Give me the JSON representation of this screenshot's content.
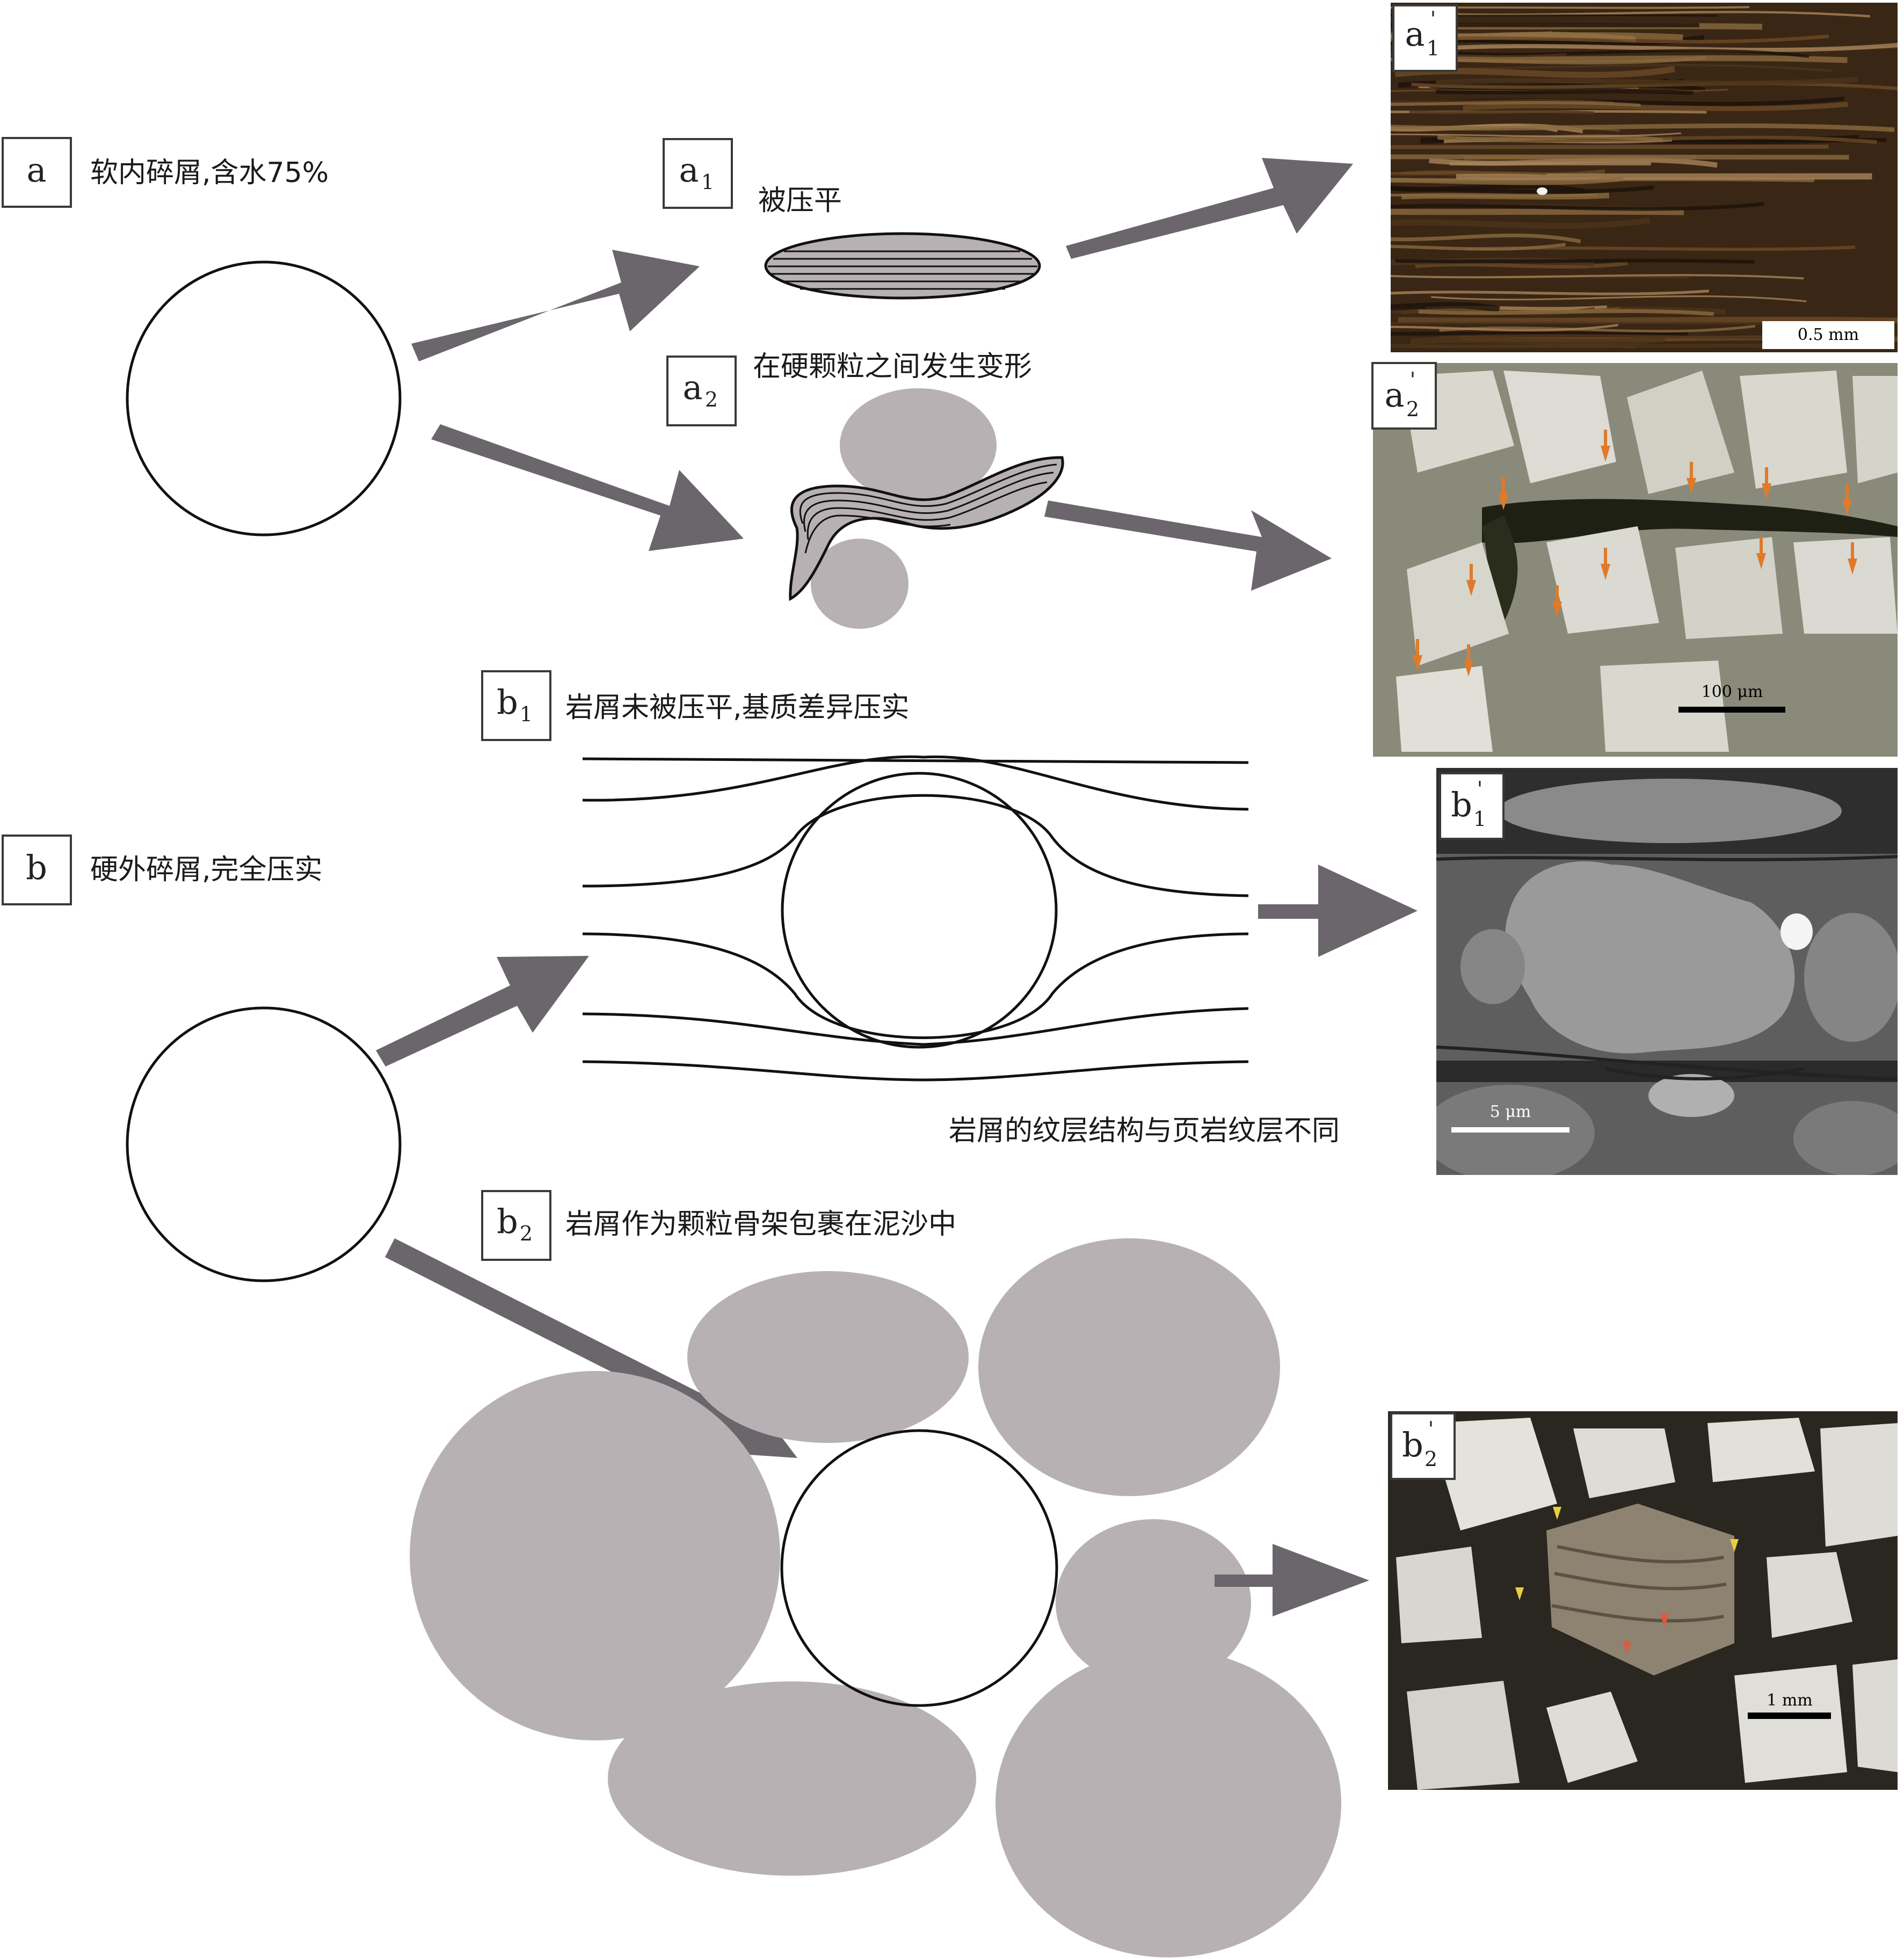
{
  "labels": {
    "a": {
      "letter": "a",
      "sub": "",
      "caption": "软内碎屑,含水75%"
    },
    "a1": {
      "letter": "a",
      "sub": "1",
      "caption": "被压平"
    },
    "a2": {
      "letter": "a",
      "sub": "2",
      "caption": "在硬颗粒之间发生变形"
    },
    "b": {
      "letter": "b",
      "sub": "",
      "caption": "硬外碎屑,完全压实"
    },
    "b1": {
      "letter": "b",
      "sub": "1",
      "caption": "岩屑未被压平,基质差异压实"
    },
    "b1_note": "岩屑的纹层结构与页岩纹层不同",
    "b2": {
      "letter": "b",
      "sub": "2",
      "caption": "岩屑作为颗粒骨架包裹在泥沙中"
    }
  },
  "photos": {
    "a1p": {
      "letter": "a",
      "sub": "1",
      "prime": "'",
      "scale": "0.5 mm"
    },
    "a2p": {
      "letter": "a",
      "sub": "2",
      "prime": "'",
      "scale": "100 μm"
    },
    "b1p": {
      "letter": "b",
      "sub": "1",
      "prime": "'",
      "scale": "5 μm"
    },
    "b2p": {
      "letter": "b",
      "sub": "2",
      "prime": "'",
      "scale": "1 mm"
    }
  },
  "colors": {
    "grain": "#b7b1b3",
    "arrow": "#6a666b",
    "hatch": "#111111",
    "photo_a1": "#3a2614",
    "photo_a2": "#cfcfc4",
    "photo_b1": "#5e5e5e",
    "photo_b2": "#8a8070",
    "orange_marker": "#e07a2a"
  }
}
